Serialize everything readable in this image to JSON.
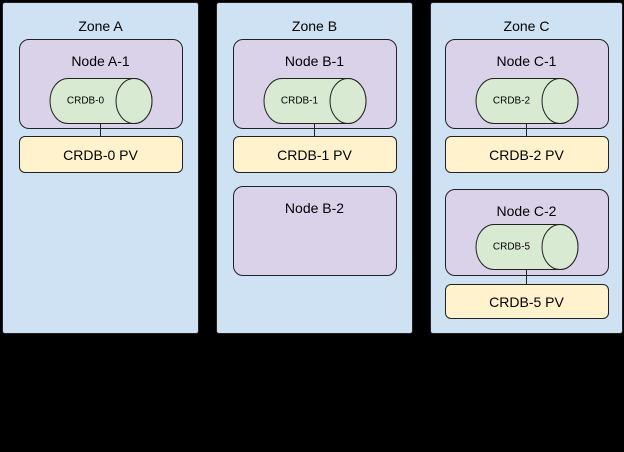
{
  "colors": {
    "background": "#000000",
    "zone_fill": "#cfe2f3",
    "node_fill": "#d9d2e9",
    "pod_fill": "#d9ead3",
    "pv_fill": "#fff2cc",
    "border": "#222222",
    "text": "#000000"
  },
  "zones": [
    {
      "label": "Zone A",
      "node1": {
        "label": "Node A-1",
        "pod": "CRDB-0"
      },
      "pv1": "CRDB-0 PV"
    },
    {
      "label": "Zone B",
      "node1": {
        "label": "Node B-1",
        "pod": "CRDB-1"
      },
      "pv1": "CRDB-1 PV",
      "node2": {
        "label": "Node B-2"
      }
    },
    {
      "label": "Zone C",
      "node1": {
        "label": "Node C-1",
        "pod": "CRDB-2"
      },
      "pv1": "CRDB-2 PV",
      "node2": {
        "label": "Node C-2",
        "pod": "CRDB-5"
      },
      "pv2": "CRDB-5 PV"
    }
  ]
}
